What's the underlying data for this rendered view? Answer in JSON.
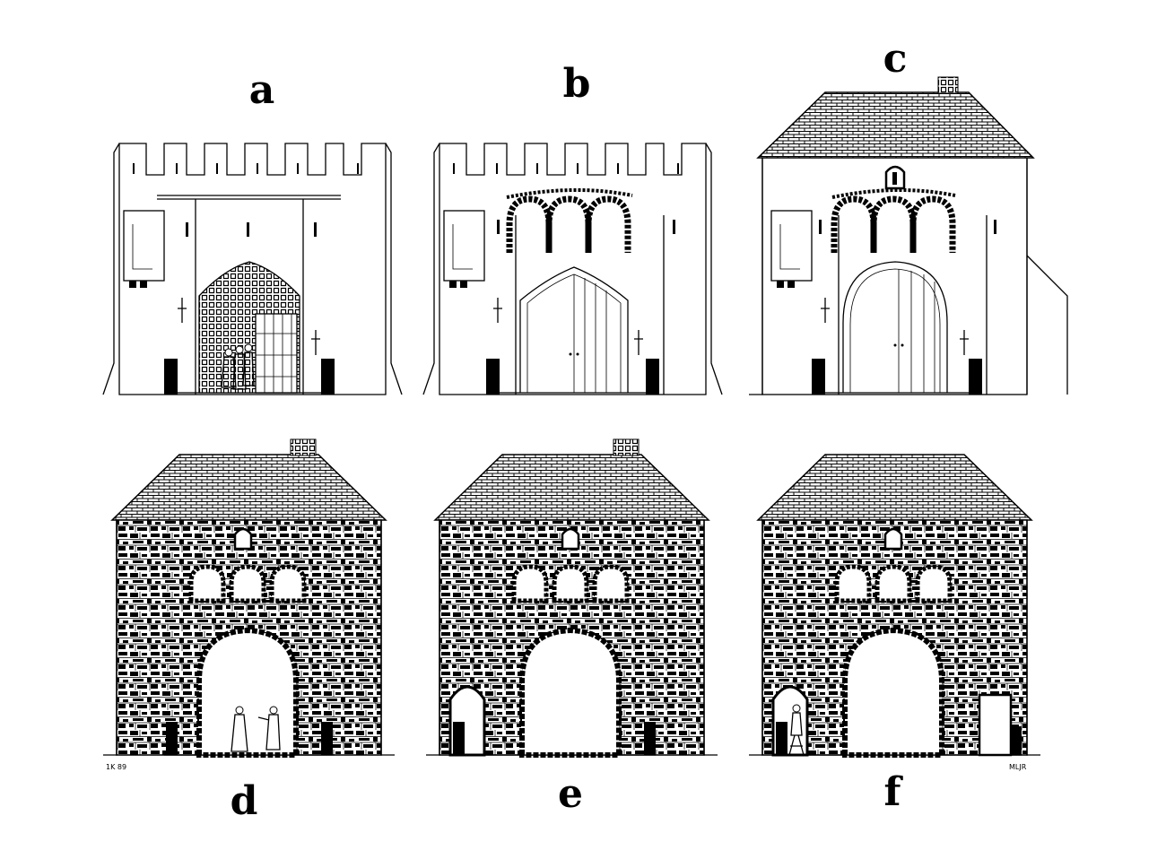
{
  "figure": {
    "panels": [
      {
        "id": "a",
        "label": "a",
        "stage": "crenellated",
        "roof": false,
        "stone": false,
        "arcade": false,
        "figures": 3
      },
      {
        "id": "b",
        "label": "b",
        "stage": "crenellated",
        "roof": false,
        "stone": false,
        "arcade": true,
        "figures": 0
      },
      {
        "id": "c",
        "label": "c",
        "stage": "roofed",
        "roof": true,
        "stone": false,
        "arcade": true,
        "figures": 0
      },
      {
        "id": "d",
        "label": "d",
        "stage": "roofed",
        "roof": true,
        "stone": true,
        "arcade": true,
        "figures": 2
      },
      {
        "id": "e",
        "label": "e",
        "stage": "roofed",
        "roof": true,
        "stone": true,
        "arcade": true,
        "figures": 0
      },
      {
        "id": "f",
        "label": "f",
        "stage": "roofed",
        "roof": true,
        "stone": true,
        "arcade": true,
        "figures": 1
      }
    ],
    "date_mark": "1K 89",
    "signature": "MLJR"
  }
}
